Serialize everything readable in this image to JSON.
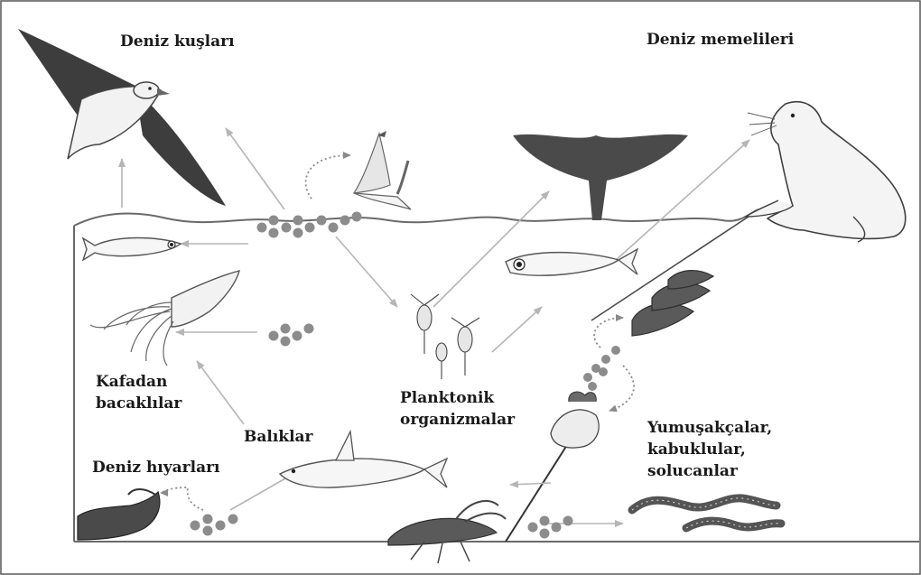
{
  "labels": {
    "seabirds": "Deniz kuşları",
    "marine_mammals": "Deniz memelileri",
    "cephalopods": [
      "Kafadan",
      "bacaklılar"
    ],
    "plankton": [
      "Planktonik",
      "organizmalar"
    ],
    "fish": "Balıklar",
    "sea_cucumbers": "Deniz hıyarları",
    "invertebrates": [
      "Yumuşakçalar,",
      "kabuklular,",
      "solucanlar"
    ]
  },
  "colors": {
    "frame": "#555555",
    "water": "#6a6a6a",
    "pellet": "#8c8c8c",
    "arrow": "#b5b5b5",
    "animal_fill": "#f4f4f4",
    "animal_line": "#4a4a4a",
    "dark": "#3a3a3a"
  }
}
